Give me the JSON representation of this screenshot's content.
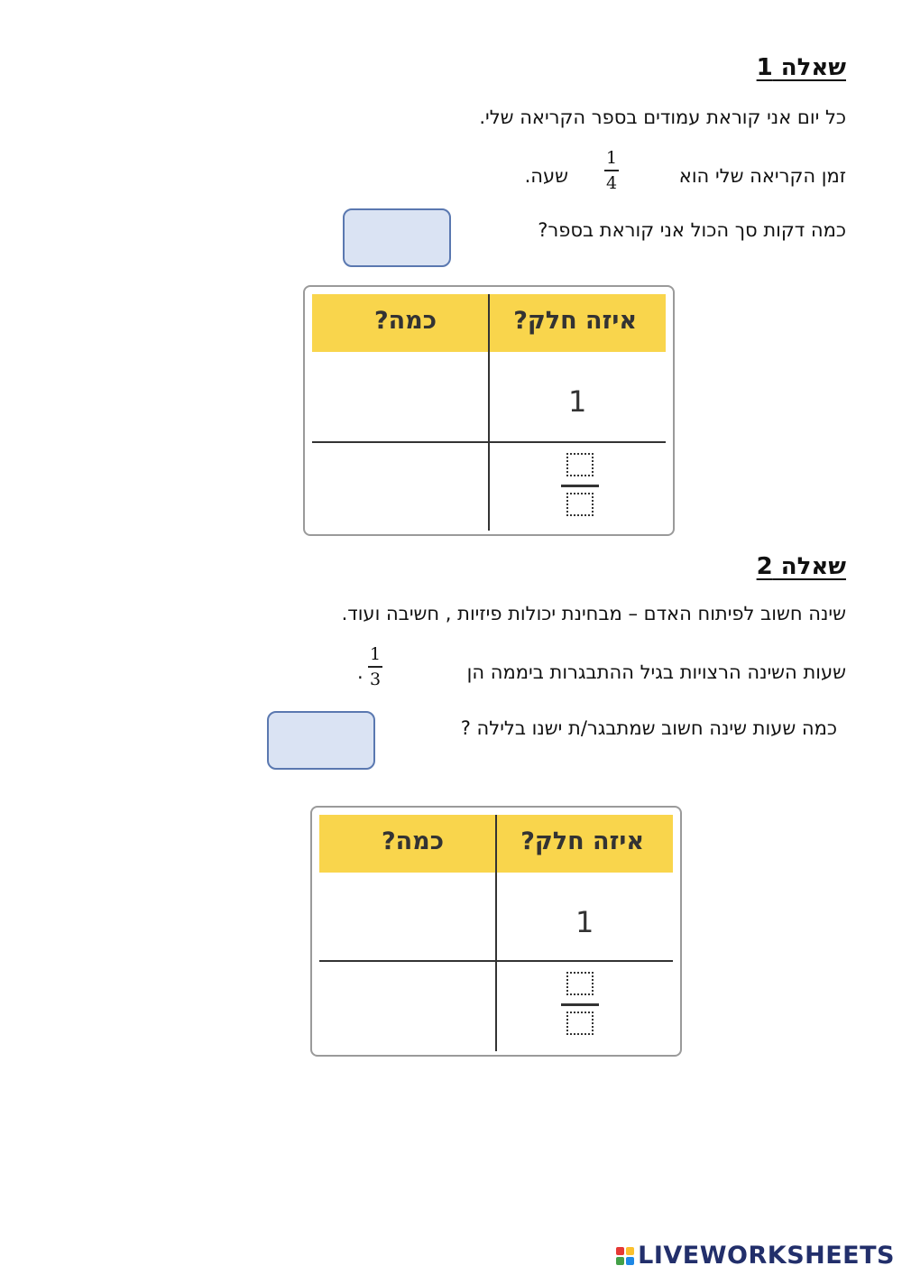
{
  "q1": {
    "heading": "שאלה 1",
    "line1": "כל יום אני קוראת עמודים בספר הקריאה שלי.",
    "line2_before": "זמן הקריאה שלי הוא",
    "line2_after": "שעה.",
    "fraction": {
      "numerator": "1",
      "denominator": "4"
    },
    "question": "כמה דקות סך הכול אני קוראת בספר?",
    "table": {
      "col_part": "איזה חלק?",
      "col_amount": "כמה?",
      "row1_part": "1"
    }
  },
  "q2": {
    "heading": "שאלה 2",
    "line1": "שינה חשוב לפיתוח האדם – מבחינת יכולות פיזיות , חשיבה ועוד.",
    "line2": "שעות השינה הרצויות בגיל ההתבגרות ביממה הן",
    "line2_end": ".",
    "fraction": {
      "numerator": "1",
      "denominator": "3"
    },
    "question": "כמה שעות שינה חשוב שמתבגר/ת ישנו בלילה ?",
    "table": {
      "col_part": "איזה חלק?",
      "col_amount": "כמה?",
      "row1_part": "1"
    }
  },
  "footer": {
    "brand": "LIVEWORKSHEETS",
    "logo_colors": [
      "#e53935",
      "#fbc02d",
      "#43a047",
      "#1e88e5"
    ]
  }
}
